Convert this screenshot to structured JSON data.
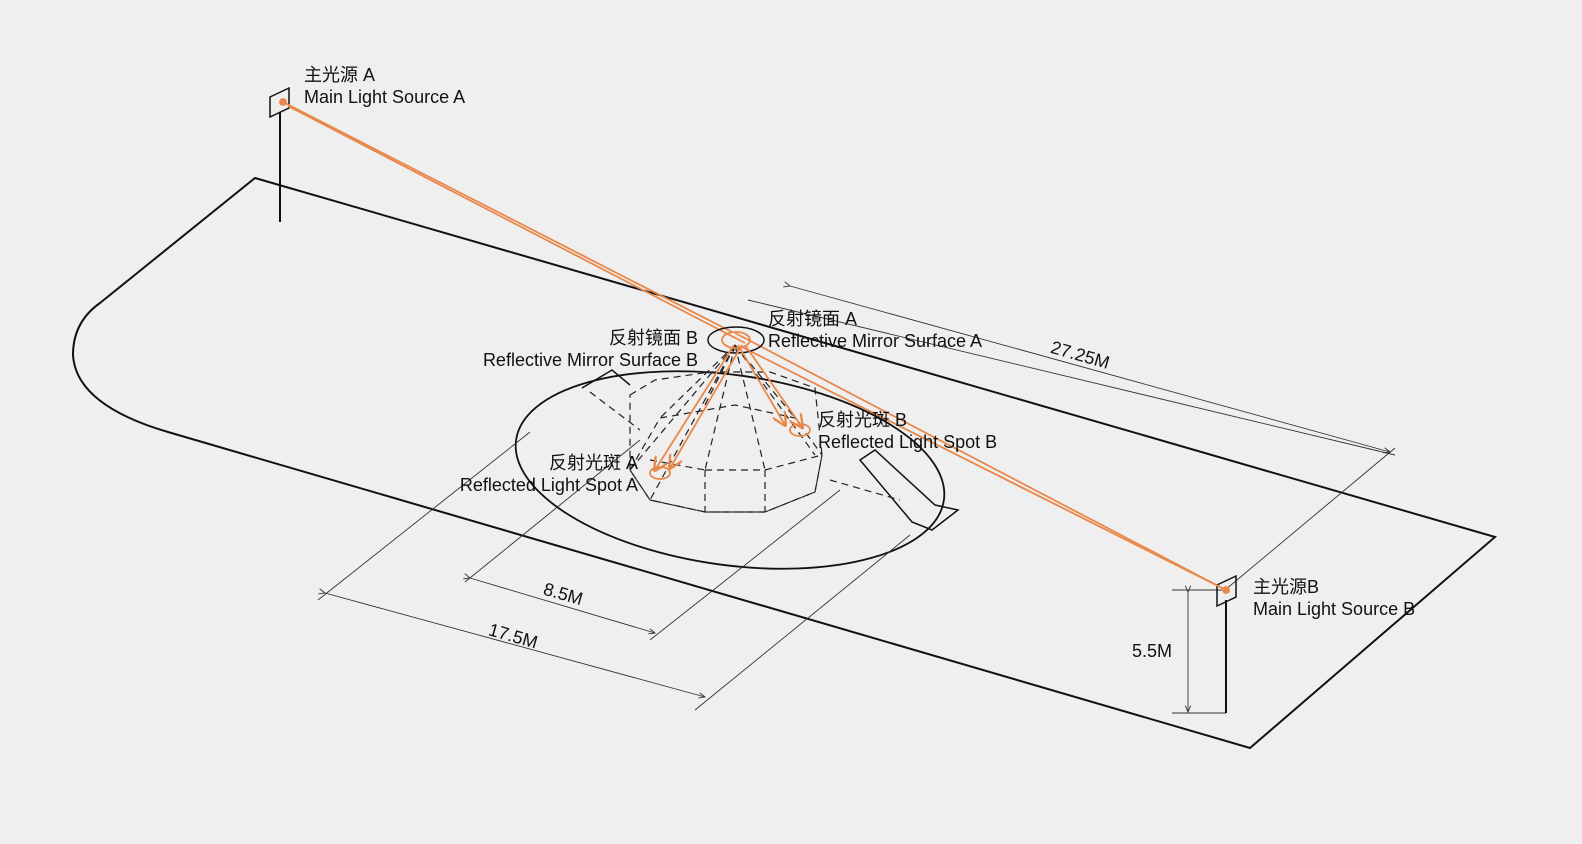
{
  "colors": {
    "background": "#efefef",
    "ray": "#e8884a",
    "line": "#111111"
  },
  "labels": {
    "source_a": {
      "cn": "主光源 A",
      "en": "Main Light Source A"
    },
    "source_b": {
      "cn": "主光源B",
      "en": "Main Light Source B"
    },
    "mirror_a": {
      "cn": "反射镜面 A",
      "en": "Reflective Mirror Surface A"
    },
    "mirror_b": {
      "cn": "反射镜面 B",
      "en": "Reflective Mirror Surface B"
    },
    "spot_a": {
      "cn": "反射光斑 A",
      "en": "Reflected Light Spot A"
    },
    "spot_b": {
      "cn": "反射光斑 B",
      "en": "Reflected Light Spot B"
    }
  },
  "dimensions": {
    "length": "27.25M",
    "inner": "8.5M",
    "outer": "17.5M",
    "height": "5.5M"
  }
}
